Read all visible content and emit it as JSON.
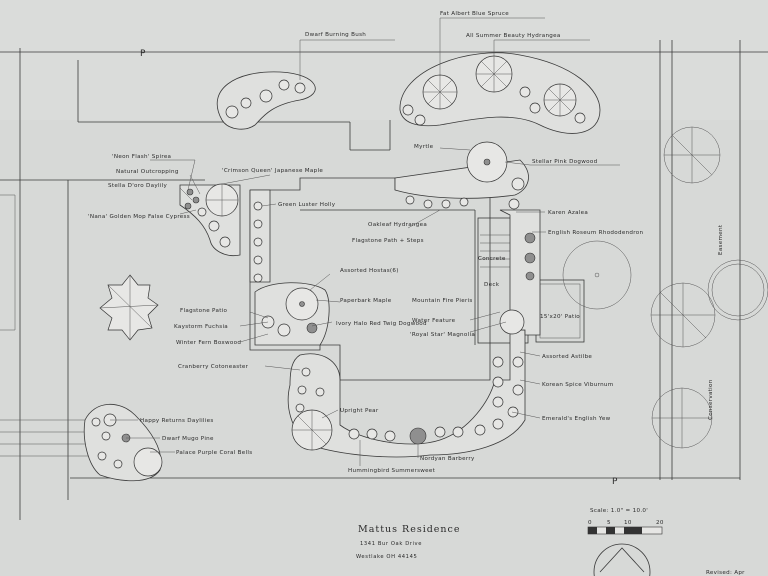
{
  "labels": {
    "blue_spruce": "Fat Albert Blue Spruce",
    "burning_bush": "Dwarf Burning Bush",
    "hydrangea_all_summer": "All Summer Beauty Hydrangea",
    "myrtle": "Myrtle",
    "dogwood": "Stellar Pink Dogwood",
    "azalea": "Karen Azalea",
    "rhododendron": "English Roseum Rhododendron",
    "spirea": "'Neon Flash' Spirea",
    "outcropping": "Natural Outcropping",
    "daylily": "Stella D'oro Daylily",
    "cypress": "'Nana' Golden Mop False Cypress",
    "japanese_maple": "'Crimson Queen' Japanese Maple",
    "holly": "Green Luster Holly",
    "oakleaf_hydrangea": "Oakleaf Hydrangea",
    "flagstone_steps": "Flagstone Path + Steps",
    "concrete": "Concrete",
    "deck": "Deck",
    "hostas": "Assorted Hostas(6)",
    "paperbark": "Paperbark Maple",
    "fountain_grass": "Mountain Fire Pieris",
    "water_feature": "Water Feature",
    "magnolia": "'Royal Star' Magnolia",
    "patio_size": "15'x20' Patio",
    "flagstone_patio": "Flagstone Patio",
    "fuchsia": "Kaystorm Fuchsia",
    "dogwood_ivory": "Ivory Halo Red Twig Dogwood",
    "fern": "Winter Fern Boxwood",
    "astilbe": "Assorted Astilbe",
    "cotoneaster": "Cranberry Cotoneaster",
    "viburnum": "Korean Spice Viburnum",
    "yew": "Emerald's English Yew",
    "pear": "Upright Pear",
    "barberry": "Nordyan Barberry",
    "daylilies": "Happy Returns Daylilies",
    "mugo_pine": "Dwarf Mugo Pine",
    "coral_bells": "Palace Purple Coral Bells",
    "snowberry": "Hummingbird Summersweet",
    "easement": "Easement",
    "conservation": "Conservation"
  },
  "title": {
    "name": "Mattus Residence",
    "street": "1341 Bur Oak Drive",
    "city": "Westlake OH 44145"
  },
  "scale": {
    "label": "Scale: 1.0\" = 10.0'",
    "ticks": [
      "0",
      "5",
      "10",
      "20"
    ]
  },
  "revised": "Revised: Apr"
}
